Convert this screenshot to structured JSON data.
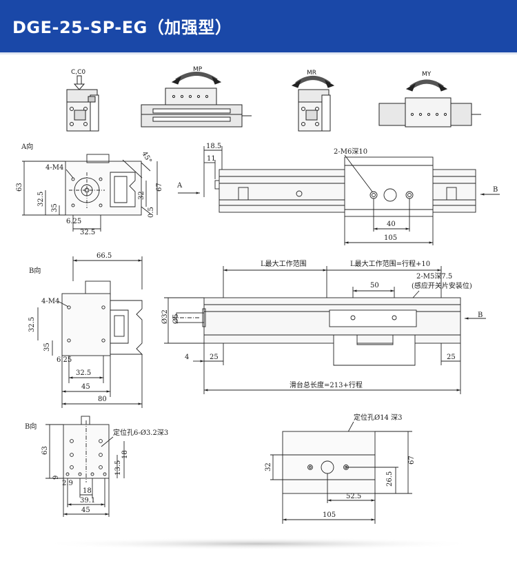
{
  "header": {
    "title": "DGE-25-SP-EG（加强型）"
  },
  "load_icons": {
    "c_co": "C,C0",
    "mp": "MP",
    "mr": "MR",
    "my": "MY"
  },
  "view_a": {
    "title": "A向",
    "holes": "4-M4",
    "angle": "45°",
    "dim_63": "63",
    "dim_32_5": "32.5",
    "dim_35": "35",
    "dim_6_25": "6.25",
    "dim_32_5b": "32.5",
    "dim_67": "67",
    "dim_32": "32",
    "dim_0_5": "0.5"
  },
  "top_view": {
    "dim_18_5": "18.5",
    "dim_11": "11",
    "holes": "2-M6深10",
    "dim_40": "40",
    "dim_105": "105",
    "label_a": "A",
    "label_b": "B"
  },
  "view_b1": {
    "title": "B向",
    "dim_66_5": "66.5",
    "holes": "4-M4",
    "dim_32_5": "32.5",
    "dim_35": "35",
    "dim_6_25": "6.25",
    "dim_32_5b": "32.5",
    "dim_45": "45",
    "dim_80": "80"
  },
  "side_view": {
    "l_max": "L最大工作范围",
    "l_eq": "L最大工作范围=行程+10",
    "dim_50": "50",
    "holes": "2-M5深7.5",
    "holes_note": "(感应开关片安装位)",
    "dia_32": "Ø32",
    "dia_5": "Ø5",
    "dim_4": "4",
    "dim_25a": "25",
    "dim_25b": "25",
    "total": "滑台总长度=213+行程",
    "label_b": "B"
  },
  "view_b2": {
    "title": "B向",
    "pin": "定位孔6-Ø3.2深3",
    "dim_63": "63",
    "dim_13_5": "13.5",
    "dim_18": "18",
    "dim_9": "9",
    "dim_2_9": "2.9",
    "dim_18b": "18",
    "dim_39_1": "39.1",
    "dim_45": "45"
  },
  "carriage": {
    "pin": "定位孔Ø14 深3",
    "dim_67": "67",
    "dim_32": "32",
    "dim_26_5": "26.5",
    "dim_52_5": "52.5",
    "dim_105": "105"
  }
}
